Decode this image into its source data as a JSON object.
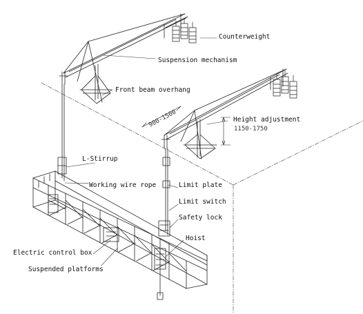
{
  "labels": {
    "counterweight": "Counterweight",
    "suspension_mechanism": "Suspension mechanism",
    "front_beam_overhang": "Front beam overhang",
    "overhang_range": "900-1500",
    "height_adjustment": "Height adjustment",
    "height_range": "1150-1750",
    "l_stirrup": "L-Stirrup",
    "working_wire_rope": "Working wire rope",
    "limit_plate": "Limit plate",
    "limit_switch": "Limit switch",
    "safety_lock": "Safety lock",
    "hoist": "Hoist",
    "electric_control_box": "Electric control box",
    "suspended_platforms": "Suspended platforms"
  },
  "colors": {
    "line": "#222222",
    "background": "#ffffff"
  }
}
